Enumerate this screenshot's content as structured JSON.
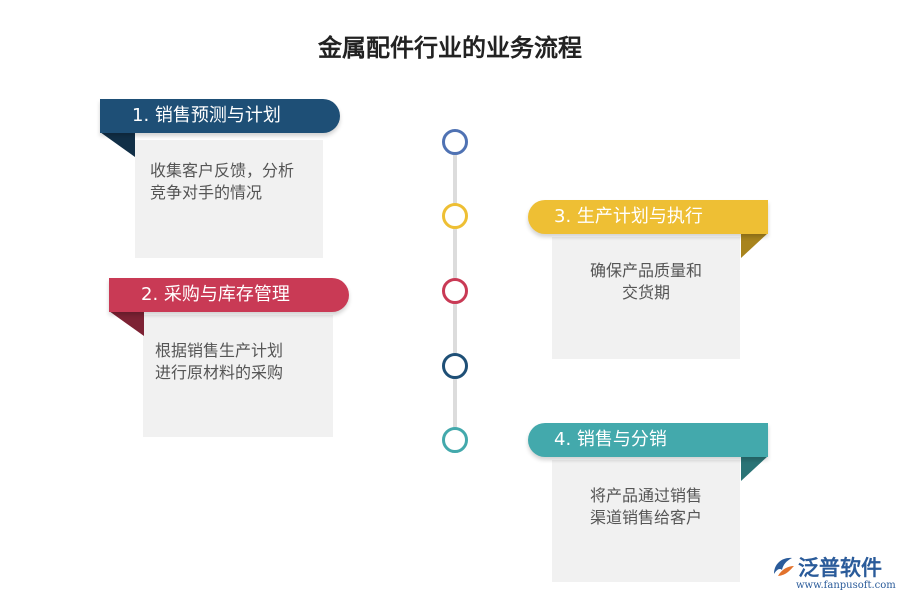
{
  "title": "金属配件行业的业务流程",
  "colors": {
    "step1": "#1e4f76",
    "step2": "#c93a55",
    "step3": "#eebf34",
    "step4": "#43a9ac",
    "node1": "#4f72b3",
    "node2": "#eebf34",
    "node3": "#c93a55",
    "node4": "#1e4f76",
    "node5": "#43a9ac"
  },
  "steps": [
    {
      "label": "1.  销售预测与计划",
      "desc_line1": "收集客户反馈，分析",
      "desc_line2": "竞争对手的情况"
    },
    {
      "label": "2.  采购与库存管理",
      "desc_line1": "根据销售生产计划",
      "desc_line2": "进行原材料的采购"
    },
    {
      "label": "3.  生产计划与执行",
      "desc_line1": "确保产品质量和",
      "desc_line2": "交货期"
    },
    {
      "label": "4.  销售与分销",
      "desc_line1": "将产品通过销售",
      "desc_line2": "渠道销售给客户"
    }
  ],
  "logo": {
    "name": "泛普软件",
    "url": "www.fanpusoft.com"
  }
}
